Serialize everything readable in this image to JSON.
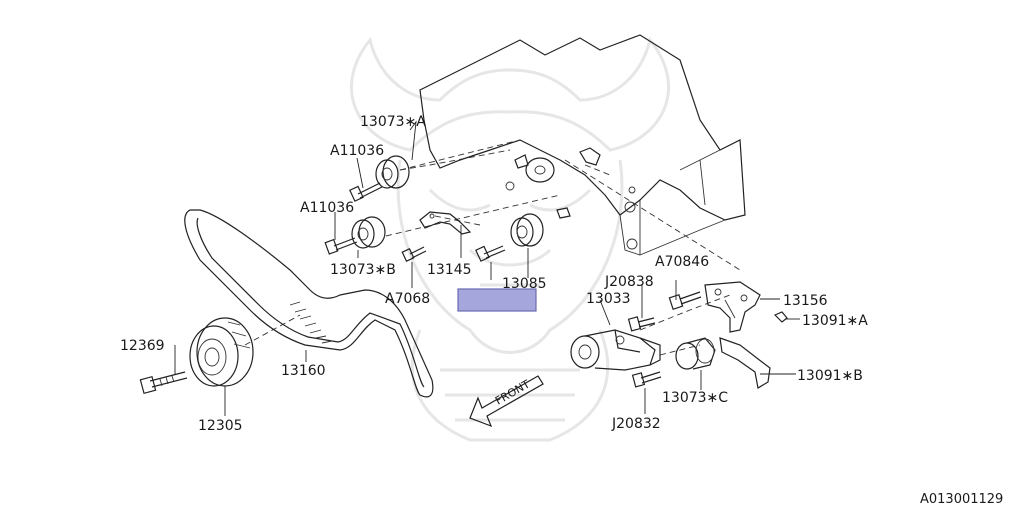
{
  "diagram": {
    "code": "A013001129",
    "front_label": "FRONT",
    "callouts": {
      "13073_a": "13073∗A",
      "a11036_upper": "A11036",
      "a11036_lower": "A11036",
      "13073_b": "13073∗B",
      "13145": "13145",
      "a7068": "A7068",
      "13085": "13085",
      "a70846": "A70846",
      "j20838": "J20838",
      "13033": "13033",
      "13156": "13156",
      "13091_a": "13091∗A",
      "12369": "12369",
      "13160": "13160",
      "12305": "12305",
      "13091_b": "13091∗B",
      "13073_c": "13073∗C",
      "j20832": "J20832"
    },
    "highlight_color": "#a5a6dc"
  }
}
